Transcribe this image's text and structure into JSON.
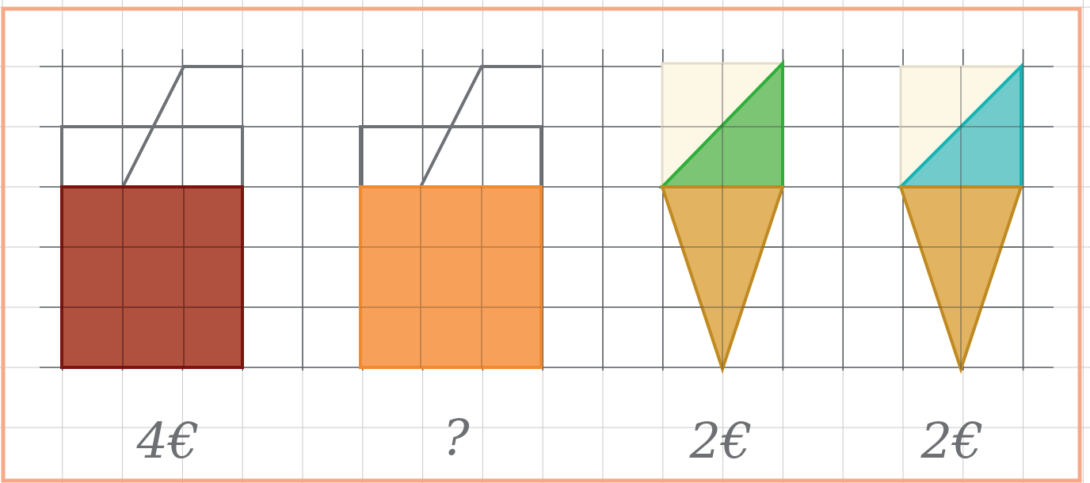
{
  "figures": [
    {
      "name": "red-container",
      "type": "carton",
      "price": "4€",
      "color": "#b0503e",
      "edge": "#7c1410"
    },
    {
      "name": "orange-container",
      "type": "carton",
      "price": "?",
      "color": "#f7a05a",
      "edge": "#f08a30"
    },
    {
      "name": "green-cone",
      "type": "cone",
      "price": "2€",
      "scoop_color": "#7cc575",
      "scoop_edge": "#2fae3a",
      "cone_color": "#e2b360",
      "cone_edge": "#c08a22"
    },
    {
      "name": "teal-cone",
      "type": "cone",
      "price": "2€",
      "scoop_color": "#72cbcb",
      "scoop_edge": "#15b4b4",
      "cone_color": "#e2b360",
      "cone_edge": "#c08a22"
    }
  ],
  "colors": {
    "frame": "#f5a989",
    "grid_faint": "#c9c9c9",
    "grid_strong": "#555a60",
    "outline": "#6e7176",
    "cream": "#fdf8e6"
  }
}
